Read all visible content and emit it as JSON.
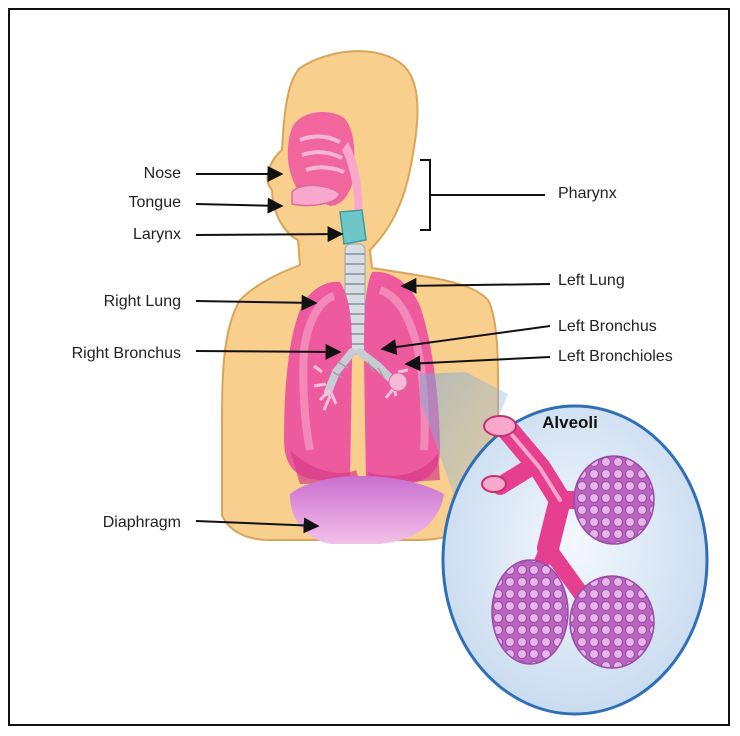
{
  "labels": {
    "nose": "Nose",
    "tongue": "Tongue",
    "larynx": "Larynx",
    "pharynx": "Pharynx",
    "right_lung": "Right Lung",
    "left_lung": "Left Lung",
    "left_bronchus": "Left Bronchus",
    "right_bronchus": "Right Bronchus",
    "left_bronchioles": "Left Bronchioles",
    "diaphragm": "Diaphragm",
    "alveoli": "Alveoli"
  },
  "colors": {
    "skin": "#f9cf8d",
    "skin_outline": "#d9a55a",
    "lung": "#ee5a9e",
    "lung_light": "#f7a8cc",
    "airway": "#e73f8f",
    "larynx": "#6fc6c8",
    "trachea": "#d8dde3",
    "diaphragm": "#d985d9",
    "inset_bg": "#dbe9f6",
    "inset_border": "#2f6fb8",
    "alveoli": "#c473c8",
    "arrow": "#111111"
  }
}
